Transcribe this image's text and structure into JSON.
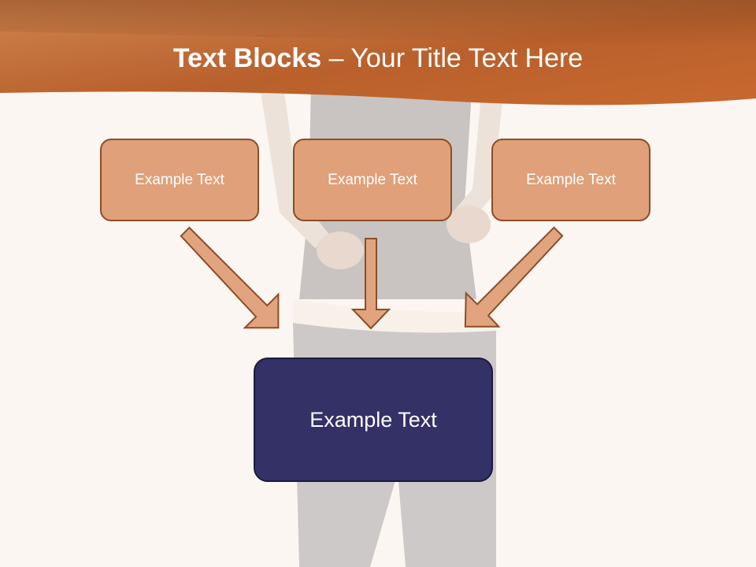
{
  "title": {
    "bold": "Text Blocks",
    "rest": " – Your Title Text Here"
  },
  "blocks": {
    "left": "Example Text",
    "center": "Example Text",
    "right": "Example Text",
    "main": "Example Text"
  },
  "colors": {
    "header_band": "#c8692f",
    "block_fill": "#dfa07a",
    "block_border": "#8a4d28",
    "arrow_fill": "#e2a47f",
    "main_block_fill": "#333166",
    "background": "#fbf6f2"
  }
}
